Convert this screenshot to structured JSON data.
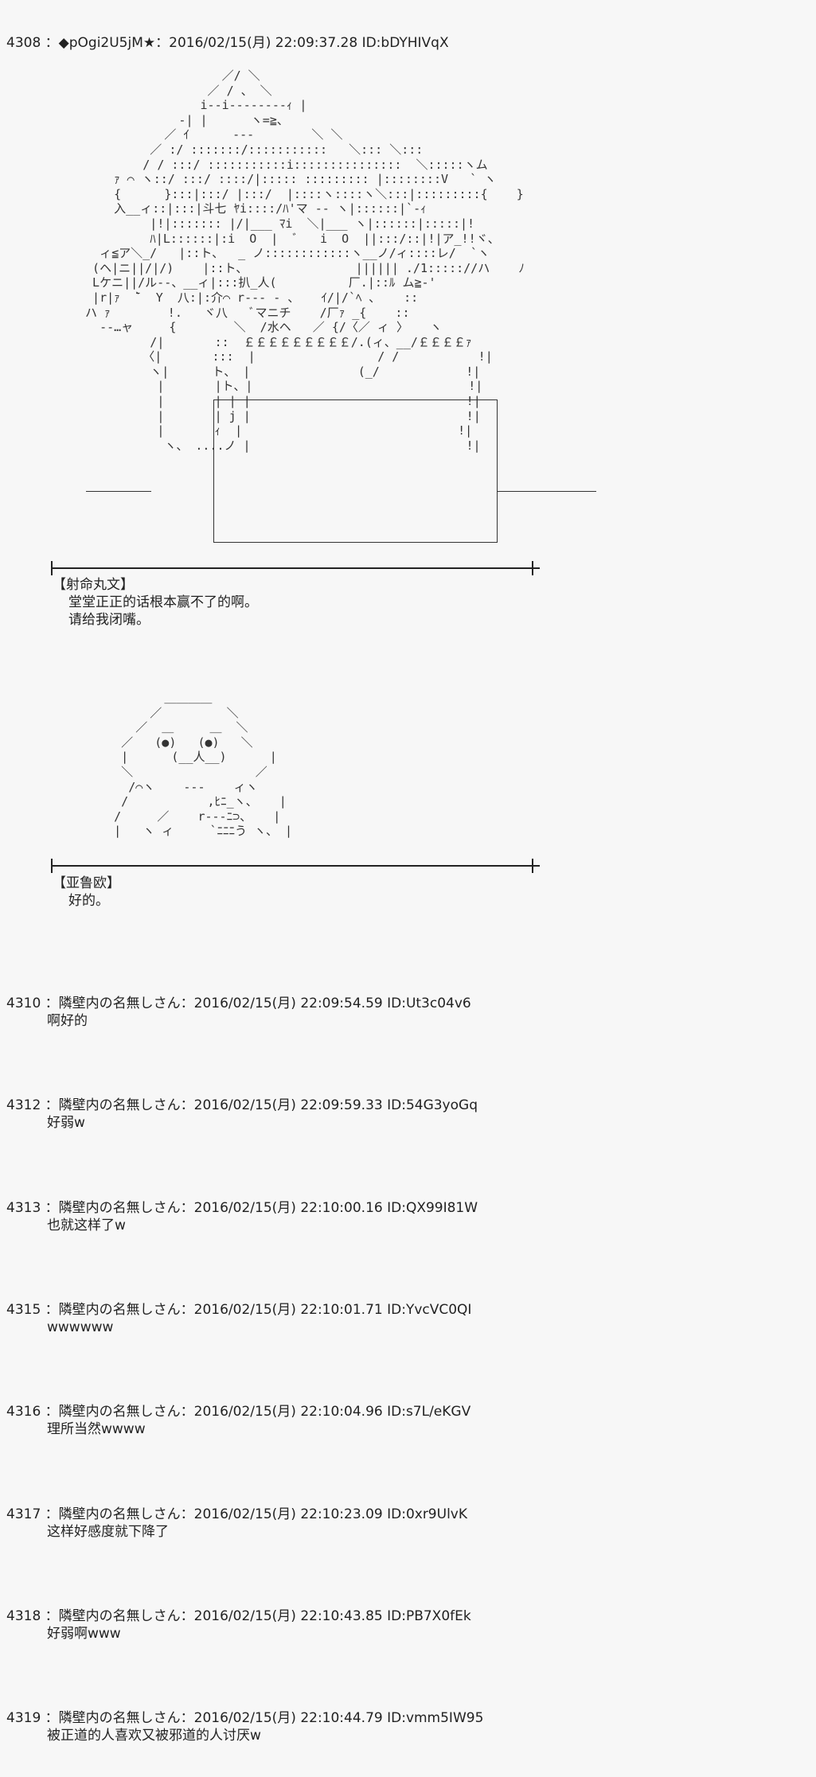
{
  "first_post": {
    "header": "4308 ：◆pOgi2U5jM★：2016/02/15(月) 22:09:37.28 ID:bDYHIVqX",
    "art_top": [
      "                    ／/ ＼",
      "                  ／ / 、 ＼",
      "                 i‐‐i‐‐‐‐‐‐‐‐ｨ |",
      "              ‐| |      ヽ=≧、",
      "            ／ ｲ      ‐‐‐        ＼ ＼",
      "          ／ :/ :::::::/:::::::::::   ＼::: ＼:::",
      "         / / :::/ :::::::::::i:::::::::::::::  ＼:::::ヽム",
      "     ｧ ⌒ ヽ::/ :::/ ::::/|::::: ::::::::: |::::::::V   ` ヽ",
      "     {      }:::|:::/ |:::/  |::::ヽ::::ヽ＼:::|:::::::::{    }",
      "     入__ィ::|:::|斗七 ﾔi::::/ﾊ'マ ‐‐ ヽ|::::::|`‐ｨ",
      "          |!|::::::: |/|___ ﾏi  ＼|___ ヽ|::::::|:::::|!",
      "          ﾊ|L::::::|:i  O  |  ﾞ   i  O  ||:::/::|!|ア_!!ヾ、",
      "   ィ≦ア＼_/   |::ト、  _ ノ::::::::::::ヽ__ノ/ィ::::レ/  `ヽ",
      "  (ヘ|ニ||/|/)    |::ト、               |||||| ./1::::://ハ    ﾉ",
      "  Lケニ||/ル‐‐、__ィ|:::扒_人(          厂.|::ﾙ ム≧‐'",
      "  |r|ｧ  ̄`  Y  八:|:介⌒ r‐‐‐ ‐ 、   ｲ/|/`ﾍ ､    ::",
      " ハ ｧ        !.   ヾ八   ﾞマニチ    /厂ｧ _{    ::",
      "   ‐‐…ャ     {        ＼  /水ヘ   ／ {/〈／ ィ 〉   ヽ",
      "          /|       ::  ￡￡￡￡￡￡￡￡￡/.(ィ、__/￡￡￡￡ｧ",
      "         〈|       :::  |                 / /           !|",
      "          ヽ|      ト、 |               (_/            !|",
      "           |       |ト、|                              !|",
      "           |       | | |                              !|",
      "           |       | j |                              !|",
      "           |       ｨ  |                              !|",
      "            ヽ、 ....ノ |                              !|"
    ],
    "speaker": "【射命丸文】",
    "lines": [
      "堂堂正正的话根本赢不了的啊。",
      "请给我闭嘴。"
    ]
  },
  "second_block": {
    "art": [
      "            ＿＿＿＿",
      "          ／         ＼",
      "        ／  ＿     ＿  ＼",
      "      ／   (●)   (●)   ＼",
      "      |      (__人__)      |",
      "      ＼                 ／",
      "       /⌒ヽ    ‐‐‐    ィヽ",
      "      /           ,ﾋﾆ_ヽ、   |",
      "     /     ／    r‐‐‐ﾆ⊃、   |",
      "     |   ヽ ィ     `ﾆﾆﾆう ヽ、 |"
    ],
    "speaker": "【亚鲁欧】",
    "lines": [
      "好的。"
    ]
  },
  "replies": [
    {
      "header": "4310 ：隣壁内の名無しさん：2016/02/15(月) 22:09:54.59 ID:Ut3c04v6",
      "body": "啊好的"
    },
    {
      "header": "4312 ：隣壁内の名無しさん：2016/02/15(月) 22:09:59.33 ID:54G3yoGq",
      "body": "好弱w"
    },
    {
      "header": "4313 ：隣壁内の名無しさん：2016/02/15(月) 22:10:00.16 ID:QX99I81W",
      "body": "也就这样了w"
    },
    {
      "header": "4315 ：隣壁内の名無しさん：2016/02/15(月) 22:10:01.71 ID:YvcVC0QI",
      "body": "wwwwww"
    },
    {
      "header": "4316 ：隣壁内の名無しさん：2016/02/15(月) 22:10:04.96 ID:s7L/eKGV",
      "body": "理所当然wwww"
    },
    {
      "header": "4317 ：隣壁内の名無しさん：2016/02/15(月) 22:10:23.09 ID:0xr9UlvK",
      "body": "这样好感度就下降了"
    },
    {
      "header": "4318 ：隣壁内の名無しさん：2016/02/15(月) 22:10:43.85 ID:PB7X0fEk",
      "body": "好弱啊www"
    },
    {
      "header": "4319 ：隣壁内の名無しさん：2016/02/15(月) 22:10:44.79 ID:vmm5IW95",
      "body": "被正道的人喜欢又被邪道的人讨厌w"
    }
  ]
}
